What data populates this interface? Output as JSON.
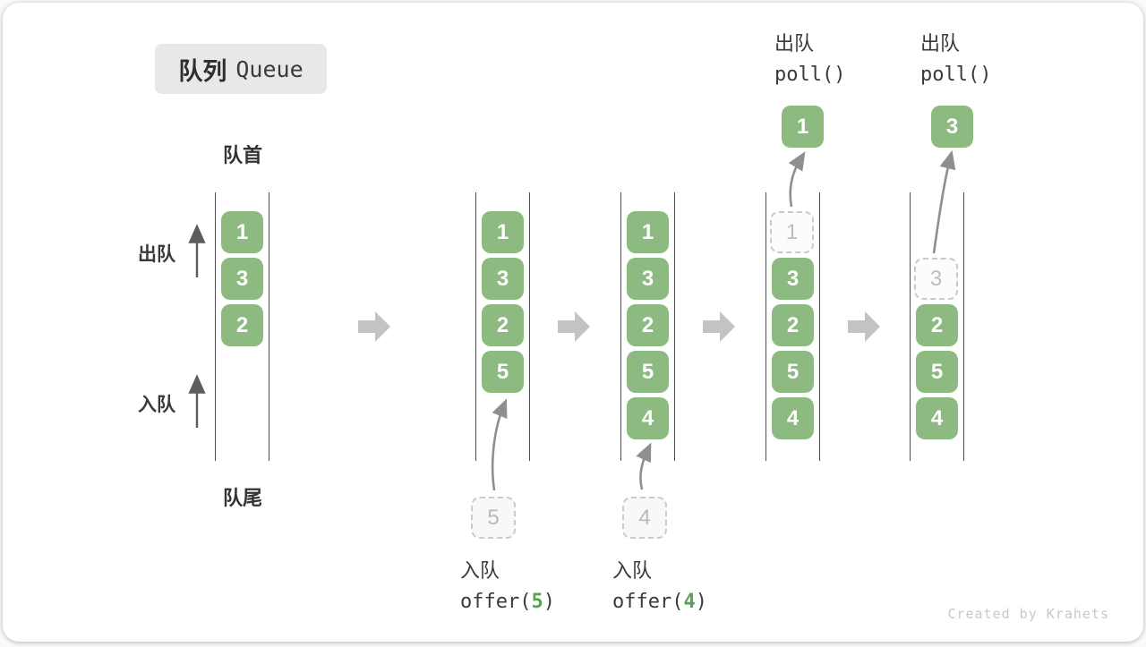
{
  "title": {
    "zh": "队列",
    "en": "Queue"
  },
  "side_labels": {
    "front": "队首",
    "rear": "队尾",
    "dequeue": "出队",
    "enqueue": "入队"
  },
  "queue_steps": [
    {
      "items": [
        {
          "value": "1",
          "style": "solid"
        },
        {
          "value": "3",
          "style": "solid"
        },
        {
          "value": "2",
          "style": "solid"
        }
      ]
    },
    {
      "items": [
        {
          "value": "1",
          "style": "solid"
        },
        {
          "value": "3",
          "style": "solid"
        },
        {
          "value": "2",
          "style": "solid"
        },
        {
          "value": "5",
          "style": "solid"
        }
      ]
    },
    {
      "items": [
        {
          "value": "1",
          "style": "solid"
        },
        {
          "value": "3",
          "style": "solid"
        },
        {
          "value": "2",
          "style": "solid"
        },
        {
          "value": "5",
          "style": "solid"
        },
        {
          "value": "4",
          "style": "solid"
        }
      ]
    },
    {
      "items": [
        {
          "value": "1",
          "style": "dashed"
        },
        {
          "value": "3",
          "style": "solid"
        },
        {
          "value": "2",
          "style": "solid"
        },
        {
          "value": "5",
          "style": "solid"
        },
        {
          "value": "4",
          "style": "solid"
        }
      ]
    },
    {
      "items": [
        {
          "value": "",
          "style": "empty"
        },
        {
          "value": "3",
          "style": "dashed"
        },
        {
          "value": "2",
          "style": "solid"
        },
        {
          "value": "5",
          "style": "solid"
        },
        {
          "value": "4",
          "style": "solid"
        }
      ]
    }
  ],
  "operations": {
    "offer_5": {
      "label": "入队",
      "code_prefix": "offer(",
      "arg": "5",
      "code_suffix": ")"
    },
    "offer_4": {
      "label": "入队",
      "code_prefix": "offer(",
      "arg": "4",
      "code_suffix": ")"
    },
    "poll_1": {
      "label": "出队",
      "code": "poll()",
      "result": "1"
    },
    "poll_2": {
      "label": "出队",
      "code": "poll()",
      "result": "3"
    }
  },
  "staged_items": {
    "offer_5": "5",
    "offer_4": "4"
  },
  "watermark": "Created by Krahets",
  "colors": {
    "box_green": "#8CBA80",
    "code_arg_green": "#55A355",
    "block_arrow_gray": "#C3C3C3",
    "curved_arrow_gray": "#8F8F8F",
    "line_dark": "#4F4F4F"
  }
}
